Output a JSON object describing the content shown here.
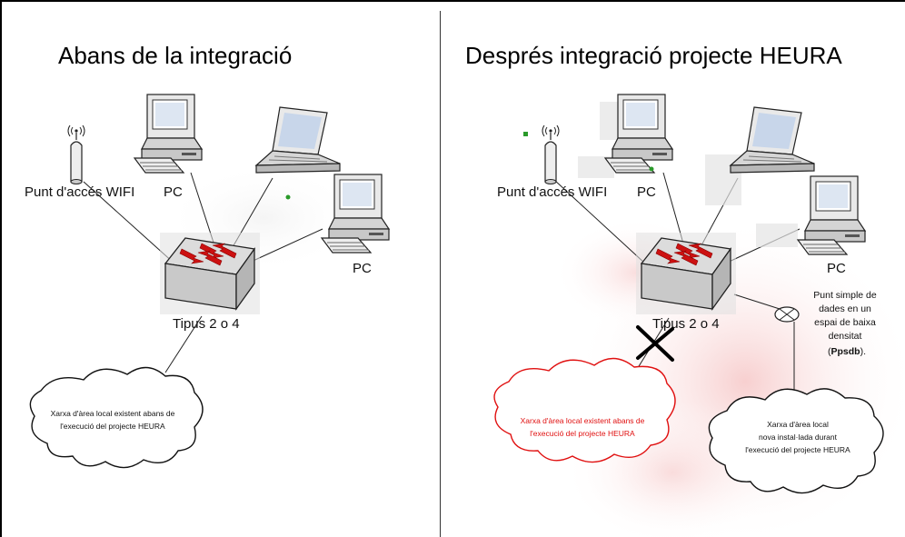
{
  "left": {
    "title": "Abans de la integració",
    "wifi_label": "Punt d'accés WIFI",
    "pc1_label": "PC",
    "pc2_label": "PC",
    "switch_label": "Tipus 2 o 4",
    "cloud_text": [
      "Xarxa d'àrea local existent abans de",
      "l'execució del projecte HEURA"
    ]
  },
  "right": {
    "title": "Després integració projecte HEURA",
    "wifi_label": "Punt d'accés WIFI",
    "pc1_label": "PC",
    "pc2_label": "PC",
    "switch_label": "Tipus 2 o 4",
    "point_text": [
      "Punt simple de",
      "dades en un",
      "espai de baixa",
      "densitat"
    ],
    "point_abbr_open": "(",
    "point_abbr": "Ppsdb",
    "point_abbr_close": ").",
    "old_cloud_text": [
      "Xarxa d'àrea local existent abans de",
      "l'execució del projecte HEURA"
    ],
    "new_cloud_text": [
      "Xarxa d'àrea local",
      "nova instal·lada durant",
      "l'execució del projecte HEURA"
    ]
  },
  "colors": {
    "red_cloud": "#e01010",
    "arrow_red": "#cc1111",
    "switch_face": "#d8d8d8",
    "line": "#222222"
  }
}
